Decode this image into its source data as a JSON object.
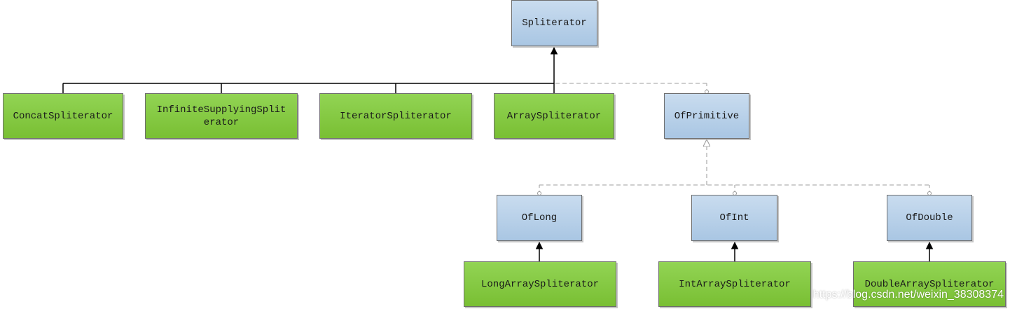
{
  "nodes": {
    "spliterator": "Spliterator",
    "concat": "ConcatSpliterator",
    "infinite": "InfiniteSupplyingSplit\nerator",
    "iterator": "IteratorSpliterator",
    "array": "ArraySpliterator",
    "ofprimitive": "OfPrimitive",
    "oflong": "OfLong",
    "ofint": "OfInt",
    "ofdouble": "OfDouble",
    "longarray": "LongArraySpliterator",
    "intarray": "IntArraySpliterator",
    "doublearray": "DoubleArraySpliterator"
  },
  "watermark": "https://blog.csdn.net/weixin_38308374",
  "colors": {
    "interface_fill": "#b8d1ea",
    "impl_fill": "#85c944",
    "solid_edge": "#000000",
    "dashed_edge": "#b0b0b0"
  }
}
